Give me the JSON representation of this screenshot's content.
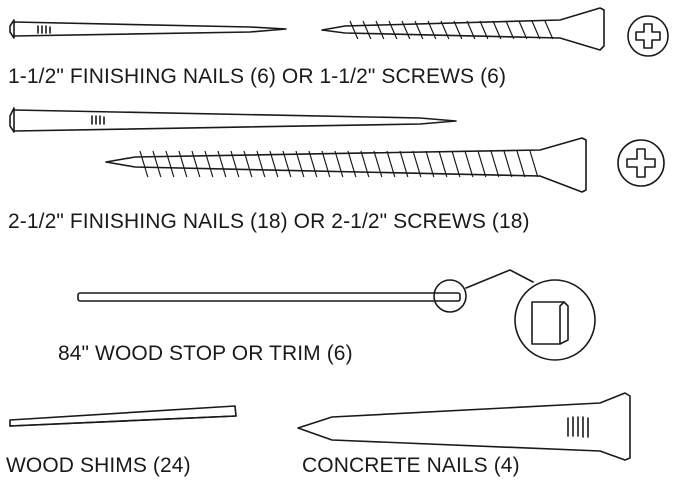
{
  "captions": {
    "row1": "1-1/2\" FINISHING NAILS (6) OR 1-1/2\" SCREWS (6)",
    "row2": "2-1/2\" FINISHING NAILS (18) OR 2-1/2\" SCREWS (18)",
    "row3": "84\" WOOD STOP OR TRIM (6)",
    "row4_left": "WOOD SHIMS (24)",
    "row4_right": "CONCRETE NAILS (4)"
  },
  "icons": {
    "screw_head": "phillips-head-icon",
    "detail": "magnifier-callout-icon"
  },
  "colors": {
    "ink": "#1a1a1a",
    "paper": "#ffffff"
  }
}
